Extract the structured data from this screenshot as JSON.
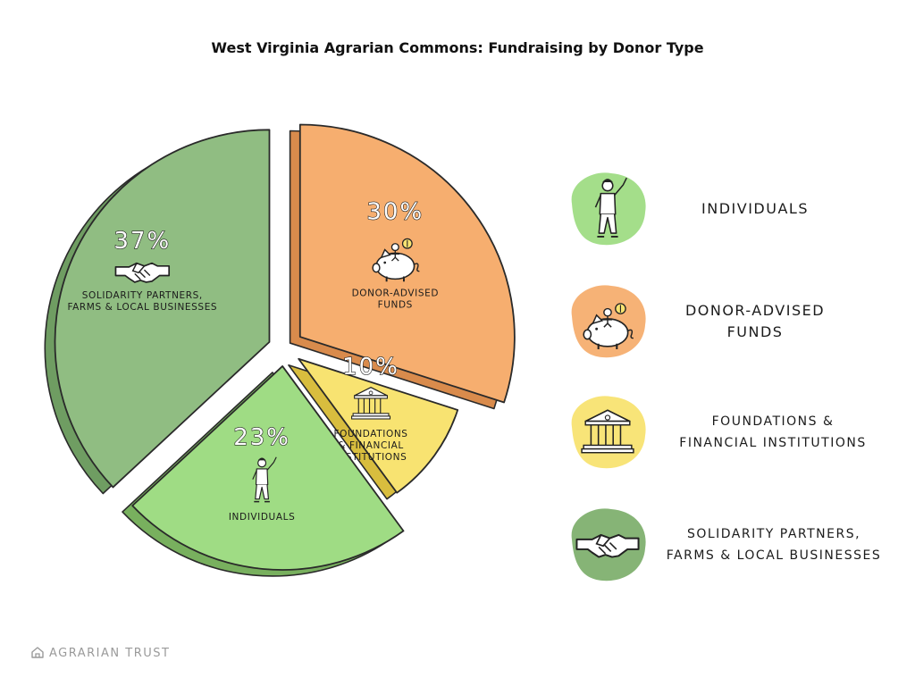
{
  "chart_data": {
    "type": "pie",
    "title": "West Virginia Agrarian Commons: Fundraising by Donor Type",
    "slices": [
      {
        "key": "solidarity",
        "label": "SOLIDARITY PARTNERS, FARMS & LOCAL BUSINESSES",
        "label_lines": [
          "SOLIDARITY PARTNERS,",
          "FARMS & LOCAL BUSINESSES"
        ],
        "value": 37,
        "value_label": "37%",
        "color": "#90bd82",
        "side_color": "#6f9d62",
        "icon": "handshake-icon"
      },
      {
        "key": "daf",
        "label": "DONOR-ADVISED FUNDS",
        "label_lines": [
          "DONOR-ADVISED",
          "FUNDS"
        ],
        "value": 30,
        "value_label": "30%",
        "color": "#f6ae6f",
        "side_color": "#d98b4c",
        "icon": "piggy-bank-icon"
      },
      {
        "key": "foundations",
        "label": "FOUNDATIONS & FINANCIAL INSTITUTIONS",
        "label_lines": [
          "FOUNDATIONS",
          "& FINANCIAL",
          "INSTITUTIONS"
        ],
        "value": 10,
        "value_label": "10%",
        "color": "#f8e371",
        "side_color": "#d8bd3e",
        "icon": "bank-building-icon"
      },
      {
        "key": "individuals",
        "label": "INDIVIDUALS",
        "label_lines": [
          "INDIVIDUALS"
        ],
        "value": 23,
        "value_label": "23%",
        "color": "#9fdc84",
        "side_color": "#78b05e",
        "icon": "waving-person-icon"
      }
    ],
    "legend": [
      {
        "key": "individuals",
        "lines": [
          "INDIVIDUALS"
        ],
        "color": "#9fdc84",
        "icon": "waving-person-icon"
      },
      {
        "key": "daf",
        "lines": [
          "DONOR-ADVISED",
          "FUNDS"
        ],
        "color": "#f6ae6f",
        "icon": "piggy-bank-icon"
      },
      {
        "key": "foundations",
        "lines": [
          "FOUNDATIONS &",
          "FINANCIAL INSTITUTIONS"
        ],
        "color": "#f8e371",
        "icon": "bank-building-icon"
      },
      {
        "key": "solidarity",
        "lines": [
          "SOLIDARITY PARTNERS,",
          "FARMS & LOCAL BUSINESSES"
        ],
        "color": "#7fb06f",
        "icon": "handshake-icon"
      }
    ],
    "legend_placement": "right",
    "grid": false
  },
  "brand": {
    "name": "AGRARIAN TRUST",
    "icon": "house-logo-icon"
  }
}
